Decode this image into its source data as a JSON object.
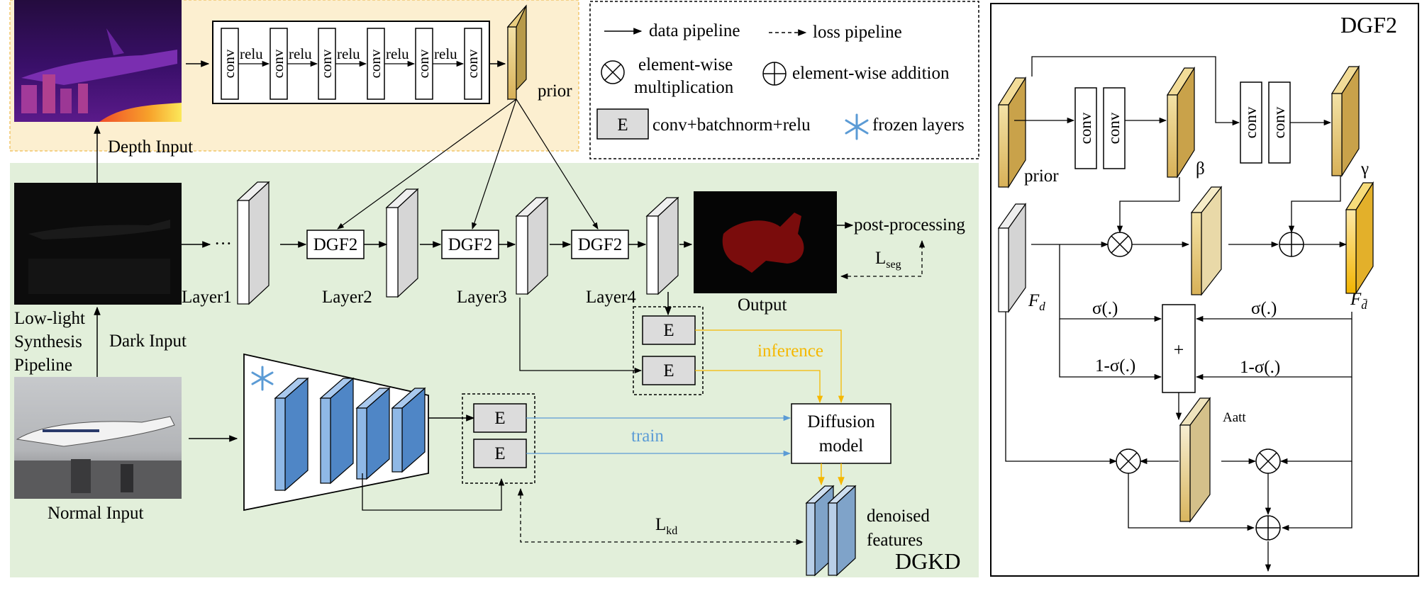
{
  "depth_section": {
    "conv_label": "conv",
    "relu_label": "relu",
    "prior_label": "prior",
    "depth_input_label": "Depth Input"
  },
  "legend": {
    "data_pipeline": "data pipeline",
    "loss_pipeline": "loss pipeline",
    "mult_line1": "element-wise",
    "mult_line2": "multiplication",
    "addition": "element-wise addition",
    "e_box": "E",
    "e_desc": "conv+batchnorm+relu",
    "frozen": "frozen layers"
  },
  "main": {
    "dots": "···",
    "dgf2": "DGF2",
    "layer1": "Layer1",
    "layer2": "Layer2",
    "layer3": "Layer3",
    "layer4": "Layer4",
    "output": "Output",
    "post_processing": "post-processing",
    "l_seg_main": "L",
    "l_seg_sub": "seg",
    "low_light_1": "Low-light",
    "low_light_2": "Synthesis",
    "low_light_3": "Pipeline",
    "dark_input": "Dark Input",
    "normal_input": "Normal Input",
    "e_box": "E",
    "inference": "inference",
    "train": "train",
    "diffusion_1": "Diffusion",
    "diffusion_2": "model",
    "l_kd_main": "L",
    "l_kd_sub": "kd",
    "denoised_1": "denoised",
    "denoised_2": "features",
    "dgkd": "DGKD"
  },
  "dgf2_panel": {
    "title": "DGF2",
    "prior": "prior",
    "conv": "conv",
    "beta": "β",
    "gamma": "γ",
    "f_d": "F",
    "f_d_sub": "d",
    "f_dbar_sub": "d̄",
    "sigma": "σ(.)",
    "one_minus_sigma": "1-σ(.)",
    "plus": "+",
    "aatt": "Aatt"
  },
  "colors": {
    "depth_bg": "#fcefd0",
    "dgkd_bg": "#e2efda",
    "inference_color": "#f5b800",
    "train_color": "#5b9bd5",
    "feature_gold": "#e6c87a",
    "feature_gray": "#d4d4d4",
    "frozen_blue": "#4f86c6"
  }
}
